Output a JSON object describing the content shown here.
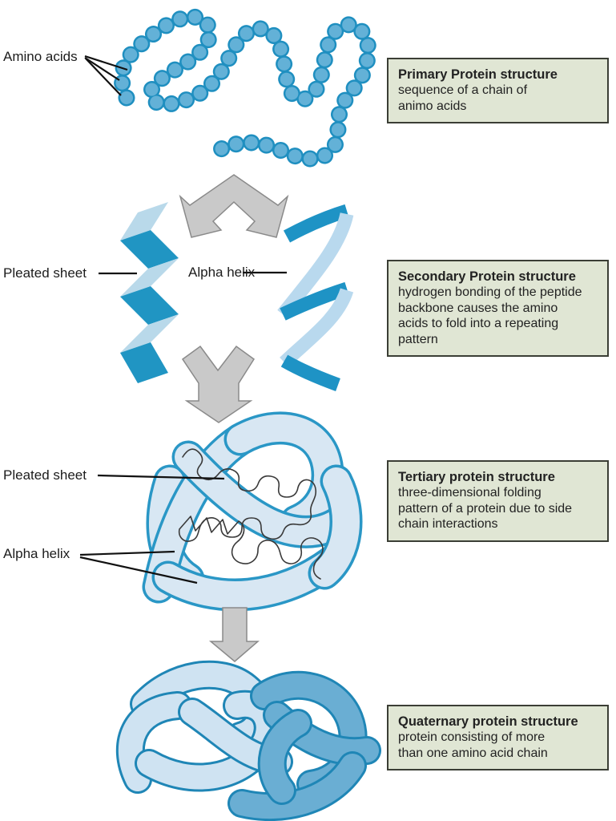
{
  "labels": {
    "amino_acids": "Amino acids",
    "secondary_pleated_sheet": "Pleated sheet",
    "secondary_alpha_helix": "Alpha helix",
    "tertiary_pleated_sheet": "Pleated sheet",
    "tertiary_alpha_helix": "Alpha helix"
  },
  "boxes": [
    {
      "title": "Primary Protein structure",
      "body": "sequence of a chain of\nanimo acids"
    },
    {
      "title": "Secondary Protein structure",
      "body": "hydrogen bonding of the peptide\nbackbone causes the amino\nacids to fold into a repeating\npattern"
    },
    {
      "title": "Tertiary protein structure",
      "body": "three-dimensional folding\npattern of a protein due to side\nchain interactions"
    },
    {
      "title": "Quaternary protein structure",
      "body": "protein consisting of more\nthan one amino acid chain"
    }
  ],
  "colors": {
    "chain_blue_fill": "#63b1d7",
    "chain_blue_outline": "#1f8fc0",
    "ribbon_light_blue": "#b9d9ea",
    "ribbon_dark_blue": "#2095c3",
    "tertiary_fill": "#d8e7f3",
    "tertiary_outline": "#2a97c6",
    "quaternary_light": "#cfe3f2",
    "quaternary_dark": "#6aaed3",
    "arrow_gray": "#c9c9c9",
    "box_background": "#e0e6d4",
    "box_border": "#3b3e35"
  }
}
